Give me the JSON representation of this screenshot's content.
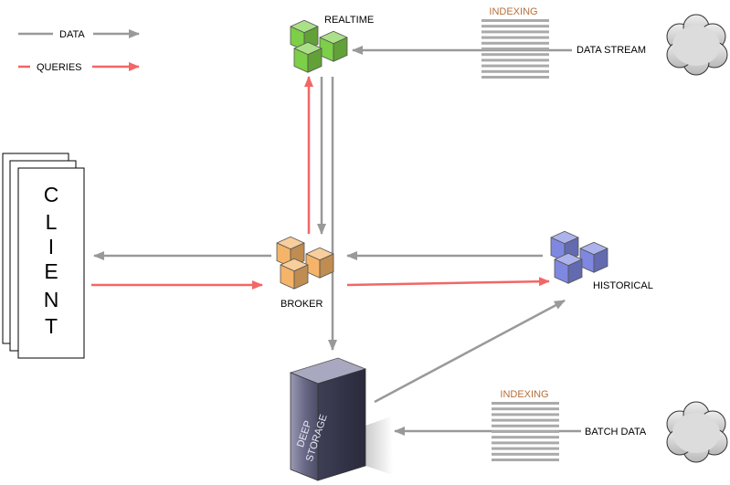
{
  "legend": {
    "data_label": "DATA",
    "queries_label": "QUERIES"
  },
  "nodes": {
    "realtime": "REALTIME",
    "broker": "BROKER",
    "historical": "HISTORICAL",
    "client_letters": [
      "C",
      "L",
      "I",
      "E",
      "N",
      "T"
    ],
    "deep_storage_line1": "DEEP",
    "deep_storage_line2": "STORAGE"
  },
  "sources": {
    "data_stream": "DATA STREAM",
    "batch_data": "BATCH DATA"
  },
  "indexing": {
    "top_label": "INDEXING",
    "bottom_label": "INDEXING"
  },
  "colors": {
    "data_arrow": "#999999",
    "query_arrow": "#f26666",
    "realtime": "#7ccf46",
    "broker": "#f5b468",
    "historical": "#7f88e0",
    "indexing_text": "#b86f3a",
    "storage": "#5a5a78"
  }
}
